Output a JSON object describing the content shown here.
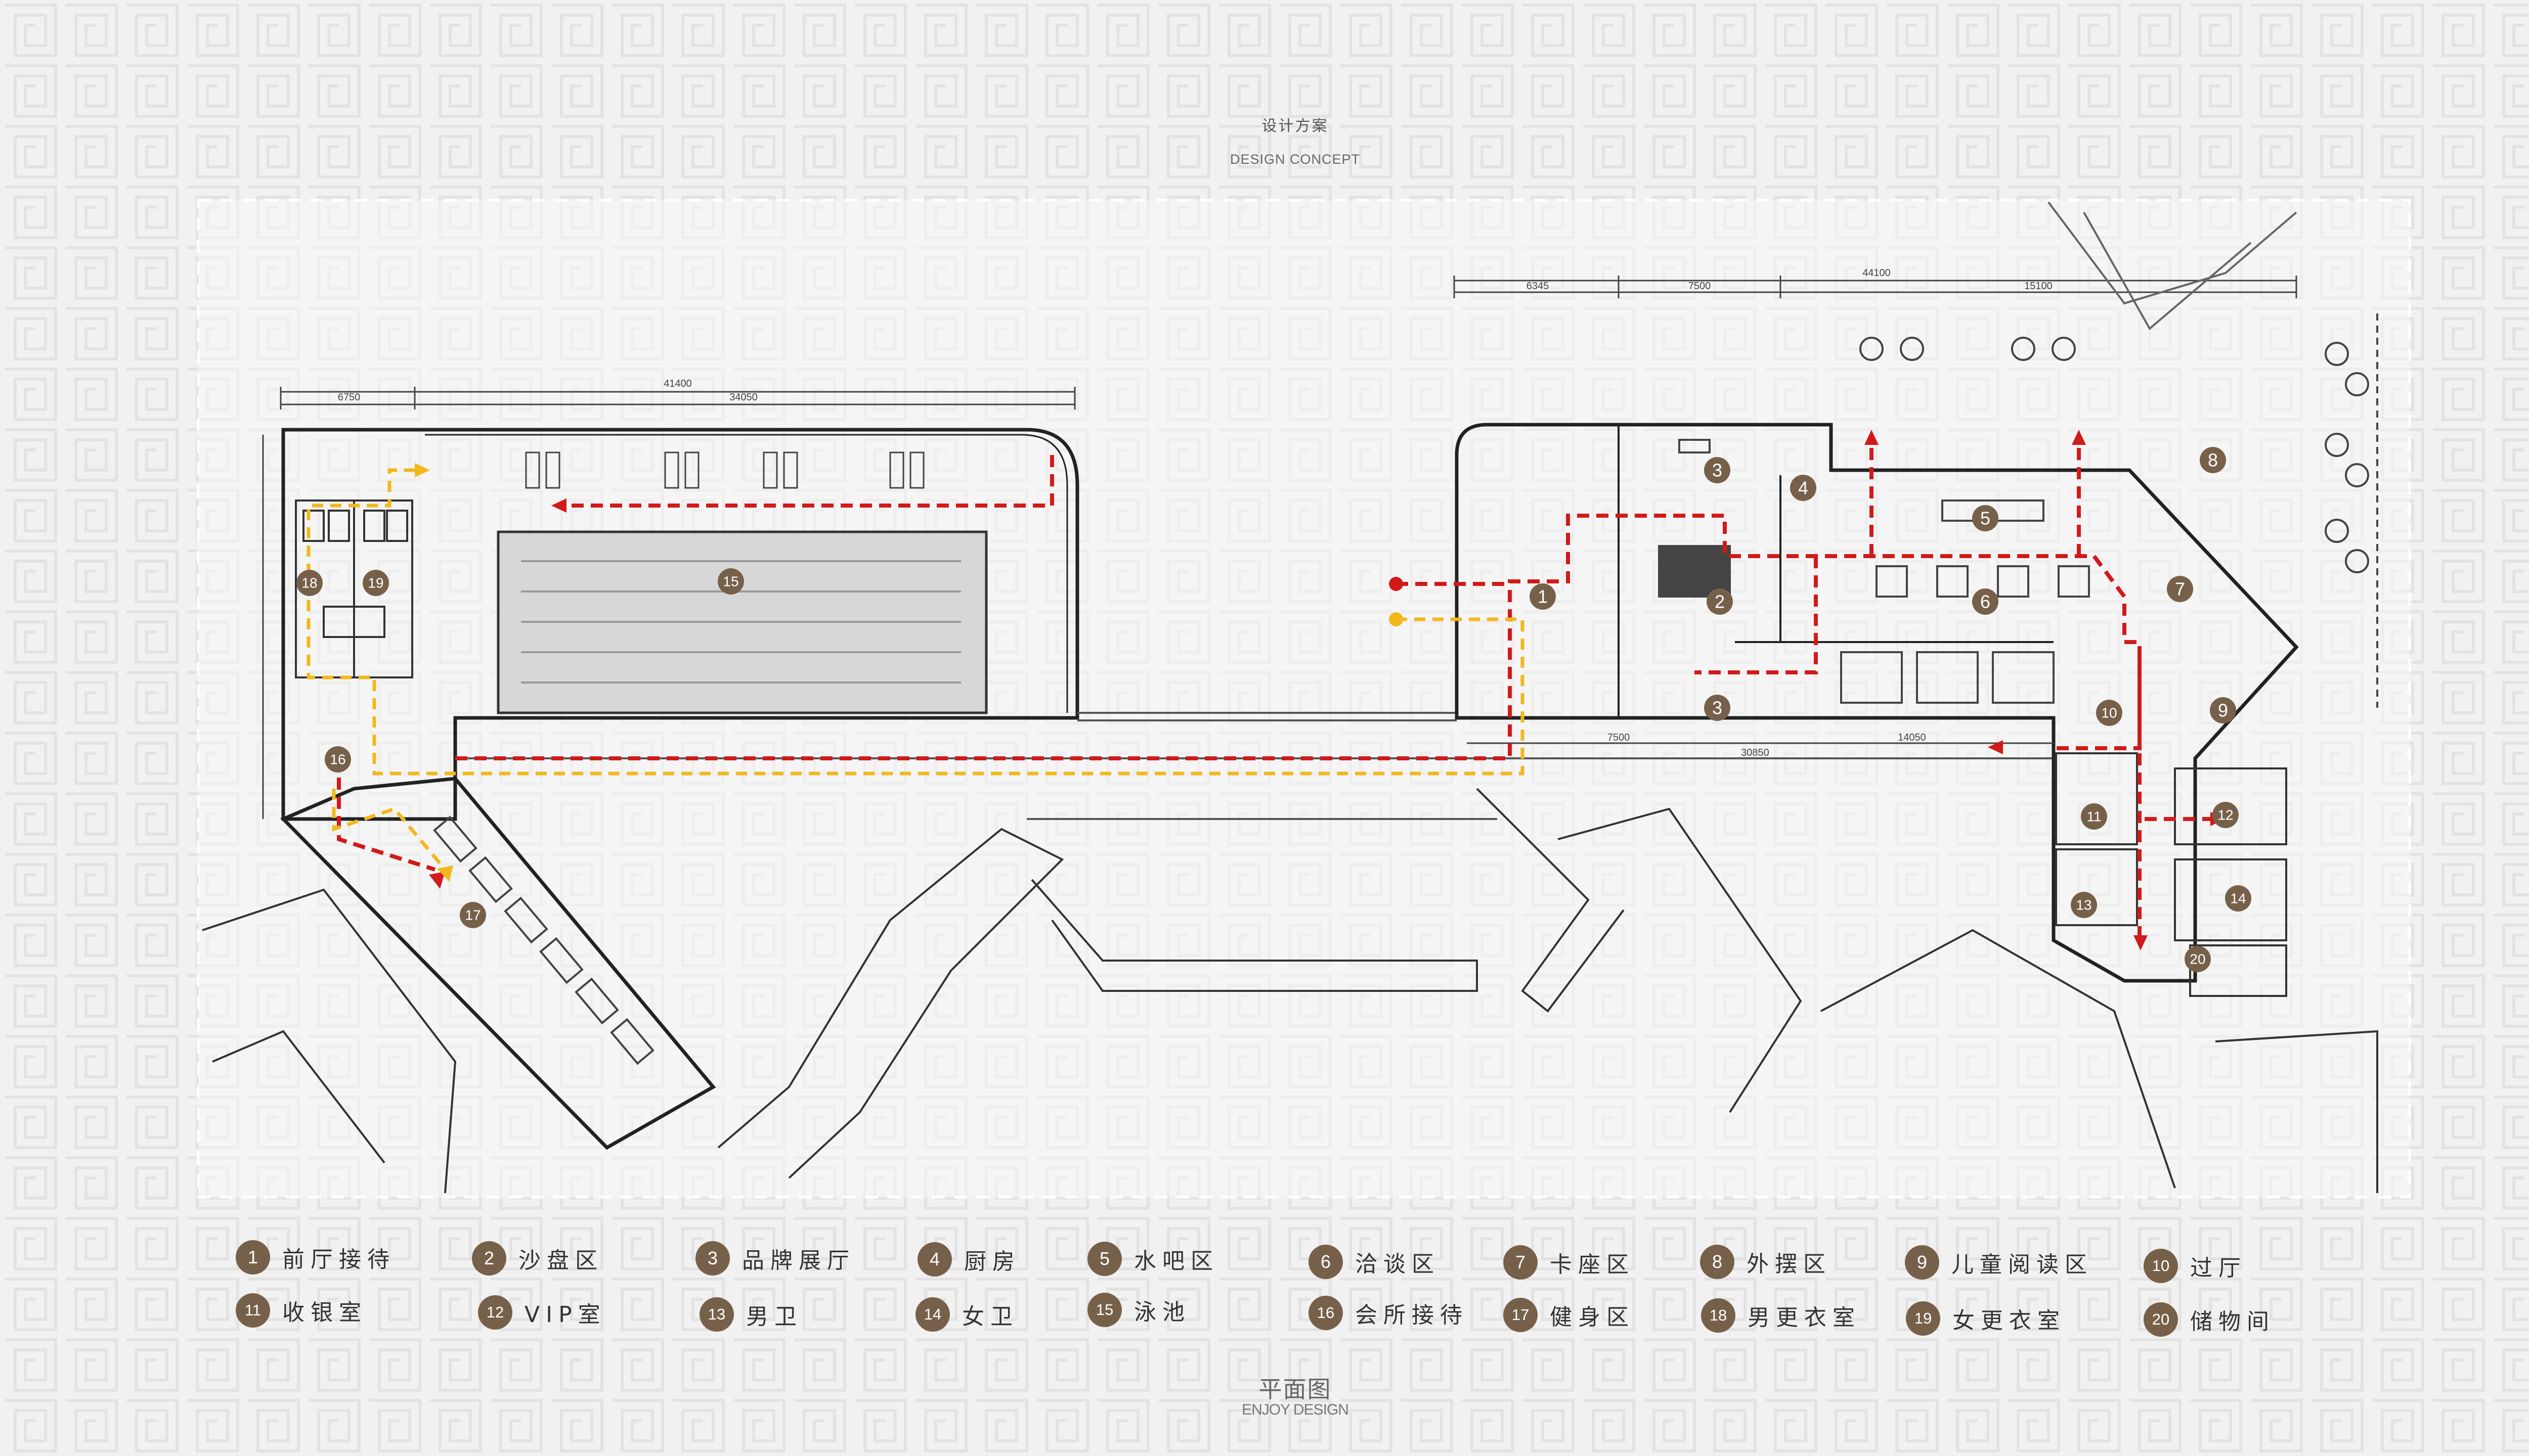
{
  "header": {
    "title_cn": "设计方案",
    "title_en": "DESIGN CONCEPT"
  },
  "footer": {
    "title_cn": "平面图",
    "title_en": "ENJOY DESIGN"
  },
  "colors": {
    "badge": "#77604a",
    "route_red": "#d11a1a",
    "route_yellow": "#f2b81b",
    "line": "#222222"
  },
  "dimensions": {
    "left_total": "41400",
    "left_a": "6750",
    "left_b": "34050",
    "right_total": "44100",
    "right_a": "6345",
    "right_b": "7500",
    "right_c": "15100",
    "bottom_total": "30850",
    "bottom_a": "7500",
    "bottom_b": "14050"
  },
  "legend": [
    {
      "num": "1",
      "label": "前厅接待"
    },
    {
      "num": "2",
      "label": "沙盘区"
    },
    {
      "num": "3",
      "label": "品牌展厅"
    },
    {
      "num": "4",
      "label": "厨房"
    },
    {
      "num": "5",
      "label": "水吧区"
    },
    {
      "num": "6",
      "label": "洽谈区"
    },
    {
      "num": "7",
      "label": "卡座区"
    },
    {
      "num": "8",
      "label": "外摆区"
    },
    {
      "num": "9",
      "label": "儿童阅读区"
    },
    {
      "num": "10",
      "label": "过厅"
    },
    {
      "num": "11",
      "label": "收银室"
    },
    {
      "num": "12",
      "label": "VIP室"
    },
    {
      "num": "13",
      "label": "男卫"
    },
    {
      "num": "14",
      "label": "女卫"
    },
    {
      "num": "15",
      "label": "泳池"
    },
    {
      "num": "16",
      "label": "会所接待"
    },
    {
      "num": "17",
      "label": "健身区"
    },
    {
      "num": "18",
      "label": "男更衣室"
    },
    {
      "num": "19",
      "label": "女更衣室"
    },
    {
      "num": "20",
      "label": "储物间"
    }
  ],
  "markers": [
    {
      "num": "1"
    },
    {
      "num": "2"
    },
    {
      "num": "3"
    },
    {
      "num": "3"
    },
    {
      "num": "4"
    },
    {
      "num": "5"
    },
    {
      "num": "6"
    },
    {
      "num": "7"
    },
    {
      "num": "8"
    },
    {
      "num": "9"
    },
    {
      "num": "10"
    },
    {
      "num": "11"
    },
    {
      "num": "12"
    },
    {
      "num": "13"
    },
    {
      "num": "14"
    },
    {
      "num": "15"
    },
    {
      "num": "16"
    },
    {
      "num": "17"
    },
    {
      "num": "18"
    },
    {
      "num": "19"
    },
    {
      "num": "20"
    }
  ]
}
